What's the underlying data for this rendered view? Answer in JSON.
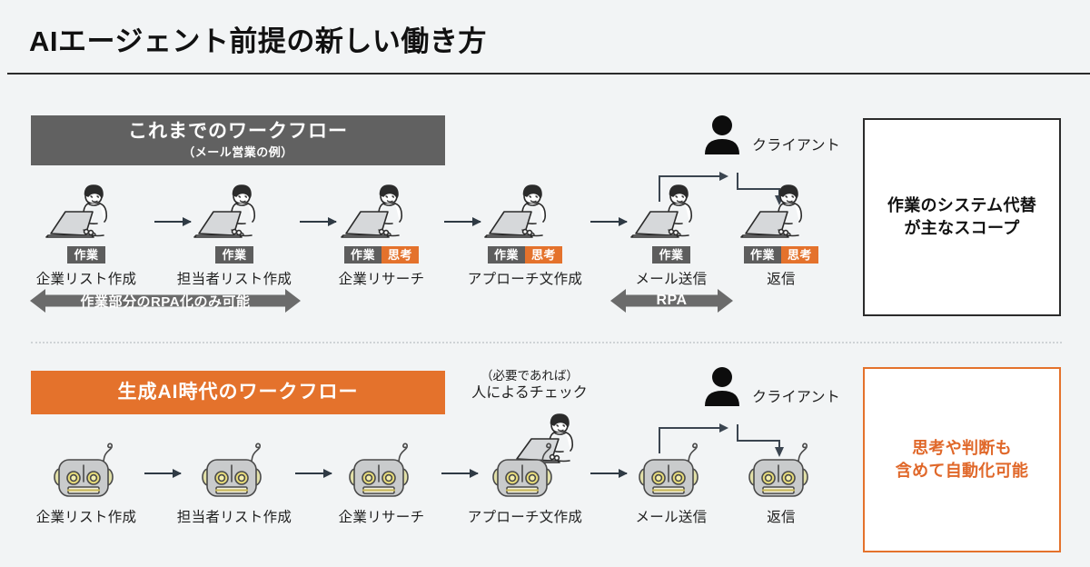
{
  "header": {
    "title": "AIエージェント前提の新しい働き方"
  },
  "sections": {
    "old": {
      "bar_title": "これまでのワークフロー",
      "bar_subtitle": "（メール営業の例）",
      "steps": [
        {
          "label": "企業リスト作成",
          "icon": "person-laptop-icon",
          "badges": [
            "作業"
          ]
        },
        {
          "label": "担当者リスト作成",
          "icon": "person-laptop-icon",
          "badges": [
            "作業"
          ]
        },
        {
          "label": "企業リサーチ",
          "icon": "person-laptop-icon",
          "badges": [
            "作業",
            "思考"
          ]
        },
        {
          "label": "アプローチ文作成",
          "icon": "person-laptop-icon",
          "badges": [
            "作業",
            "思考"
          ]
        },
        {
          "label": "メール送信",
          "icon": "person-laptop-icon",
          "badges": [
            "作業"
          ]
        },
        {
          "label": "返信",
          "icon": "person-laptop-icon",
          "badges": [
            "作業",
            "思考"
          ]
        }
      ],
      "client_label": "クライアント",
      "band_left": "作業部分のRPA化のみ可能",
      "band_right": "RPA",
      "callout": "作業のシステム代替\nが主なスコープ",
      "callout_line1": "作業のシステム代替",
      "callout_line2": "が主なスコープ"
    },
    "new": {
      "bar_title": "生成AI時代のワークフロー",
      "steps": [
        {
          "label": "企業リスト作成",
          "icon": "robot-icon"
        },
        {
          "label": "担当者リスト作成",
          "icon": "robot-icon"
        },
        {
          "label": "企業リサーチ",
          "icon": "robot-icon"
        },
        {
          "label": "アプローチ文作成",
          "icon": "robot-icon"
        },
        {
          "label": "メール送信",
          "icon": "robot-icon"
        },
        {
          "label": "返信",
          "icon": "robot-icon"
        }
      ],
      "client_label": "クライアント",
      "human_check_sub": "（必要であれば）",
      "human_check_main": "人によるチェック",
      "callout_line1": "思考や判断も",
      "callout_line2": "含めて自動化可能"
    }
  },
  "badge_labels": {
    "work": "作業",
    "think": "思考"
  },
  "colors": {
    "background": "#f2f4f5",
    "bar_gray": "#616161",
    "bar_orange": "#e4722c",
    "badge_work": "#5d5d5d",
    "badge_think": "#e4722c",
    "accent_orange": "#e0682a",
    "text_dark": "#1f1f1f",
    "arrow_dark": "#2f3a44"
  }
}
